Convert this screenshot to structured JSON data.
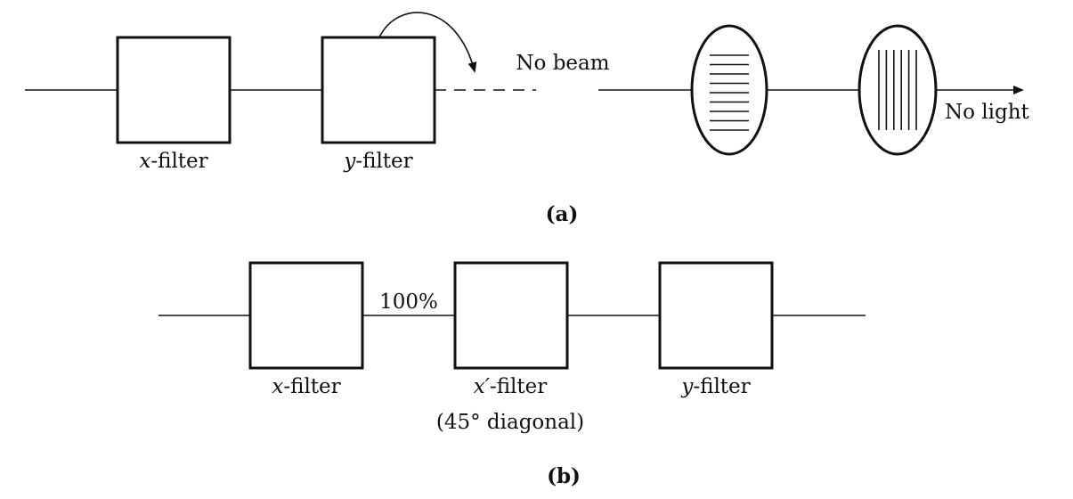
{
  "panel_a": {
    "filter1": {
      "italic": "x",
      "rest": "-filter"
    },
    "filter2": {
      "italic": "y",
      "rest": "-filter"
    },
    "no_beam": "No beam",
    "no_light": "No light",
    "caption": "(a)"
  },
  "panel_b": {
    "filter1": {
      "italic": "x",
      "rest": "-filter"
    },
    "percent": "100%",
    "filter2": {
      "italic": "x′",
      "rest": "-filter"
    },
    "filter2_note": "(45° diagonal)",
    "filter3": {
      "italic": "y",
      "rest": "-filter"
    },
    "caption": "(b)"
  }
}
